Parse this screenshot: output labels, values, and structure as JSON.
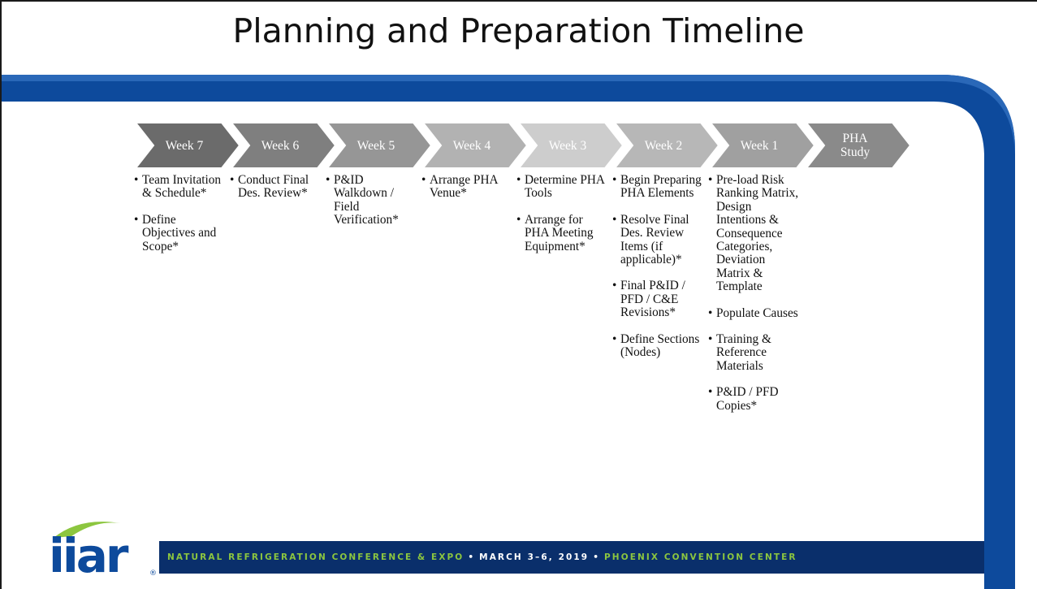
{
  "slide": {
    "title": "Planning and Preparation Timeline"
  },
  "colors": {
    "blue_band": "#0d4a9c",
    "green_accent": "#8cc63f",
    "banner_bg": "#0a2f6b"
  },
  "timeline": {
    "steps": [
      {
        "label": "Week 7",
        "color": "#6b6b6b"
      },
      {
        "label": "Week 6",
        "color": "#7f7f7f"
      },
      {
        "label": "Week 5",
        "color": "#969696"
      },
      {
        "label": "Week 4",
        "color": "#b2b2b2"
      },
      {
        "label": "Week 3",
        "color": "#cdcdcd"
      },
      {
        "label": "Week 2",
        "color": "#b7b7b7"
      },
      {
        "label": "Week 1",
        "color": "#a0a0a0"
      },
      {
        "label": "PHA\nStudy",
        "color": "#8a8a8a"
      }
    ],
    "columns": [
      {
        "items": [
          "Team Invitation & Schedule*",
          "Define Objectives and Scope*"
        ]
      },
      {
        "items": [
          "Conduct Final Des. Review*"
        ]
      },
      {
        "items": [
          "P&ID Walkdown / Field Verification*"
        ]
      },
      {
        "items": [
          "Arrange PHA Venue*"
        ]
      },
      {
        "items": [
          "Determine PHA Tools",
          "Arrange for PHA Meeting Equipment*"
        ]
      },
      {
        "items": [
          "Begin Preparing PHA Elements",
          "Resolve Final Des. Review Items (if applicable)*",
          "Final P&ID / PFD / C&E Revisions*",
          "Define Sections (Nodes)"
        ]
      },
      {
        "items": [
          "Pre-load Risk Ranking Matrix, Design Intentions & Consequence Categories, Deviation Matrix & Template",
          "Populate Causes",
          "Training & Reference Materials",
          "P&ID / PFD Copies*"
        ]
      }
    ]
  },
  "footer": {
    "logo_text": "iiar",
    "registered_mark": "®",
    "conference": "NATURAL REFRIGERATION CONFERENCE & EXPO",
    "separator": "•",
    "dates": "MARCH 3–6, 2019",
    "venue": "PHOENIX CONVENTION CENTER"
  }
}
